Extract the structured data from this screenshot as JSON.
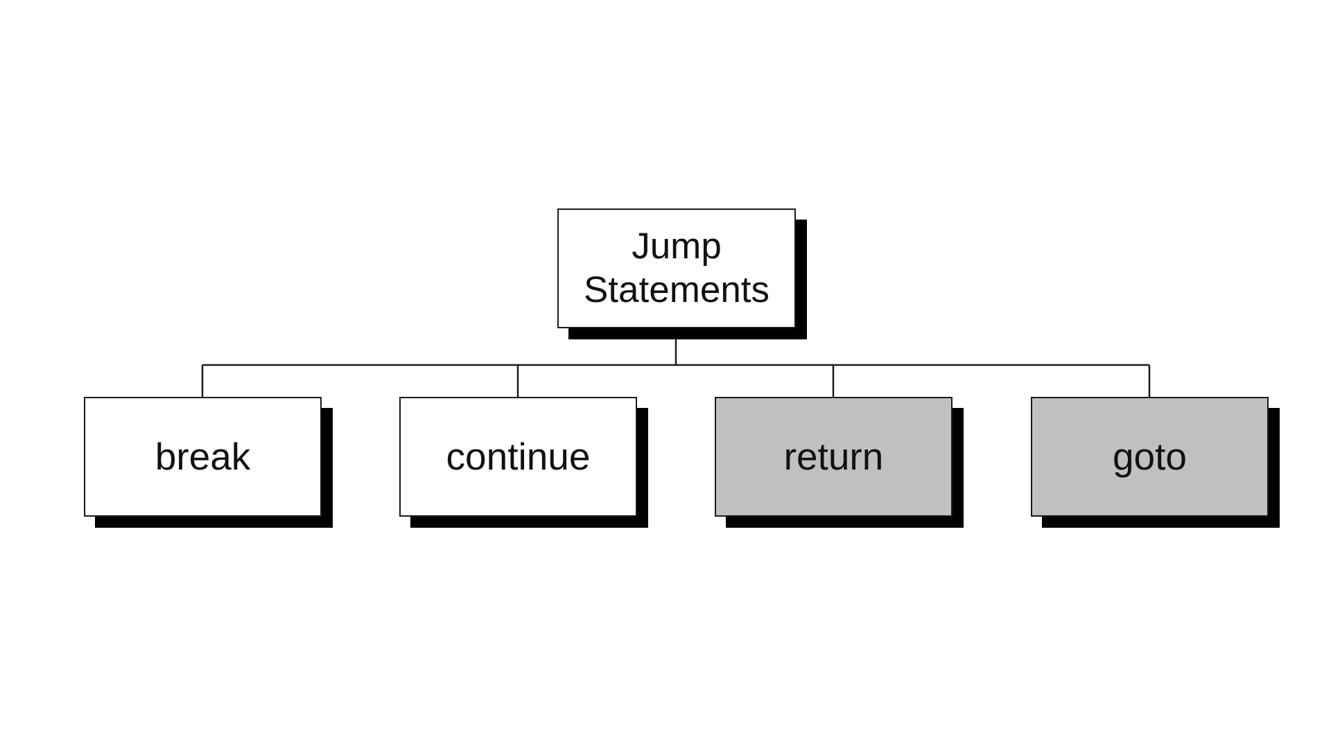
{
  "diagram": {
    "root": {
      "line1": "Jump",
      "line2": "Statements"
    },
    "children": [
      {
        "label": "break",
        "fill": "#ffffff"
      },
      {
        "label": "continue",
        "fill": "#ffffff"
      },
      {
        "label": "return",
        "fill": "#c0c0c0"
      },
      {
        "label": "goto",
        "fill": "#c0c0c0"
      }
    ],
    "colors": {
      "line": "#1a1a1a",
      "shadow": "#000000",
      "white_box": "#ffffff",
      "gray_box": "#c0c0c0"
    }
  }
}
